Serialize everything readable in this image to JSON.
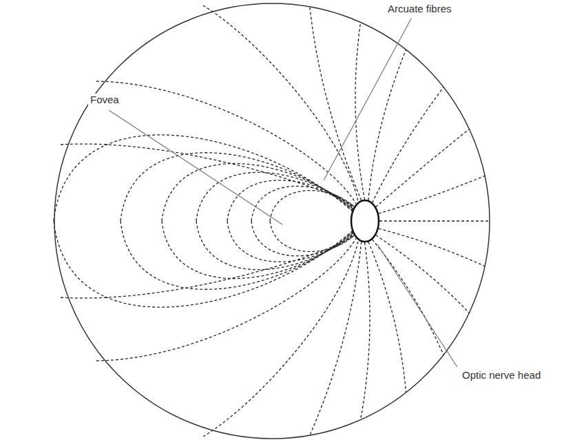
{
  "diagram": {
    "labels": [
      "Fovea",
      "Arcuate fibres",
      "Optic nerve head"
    ]
  }
}
